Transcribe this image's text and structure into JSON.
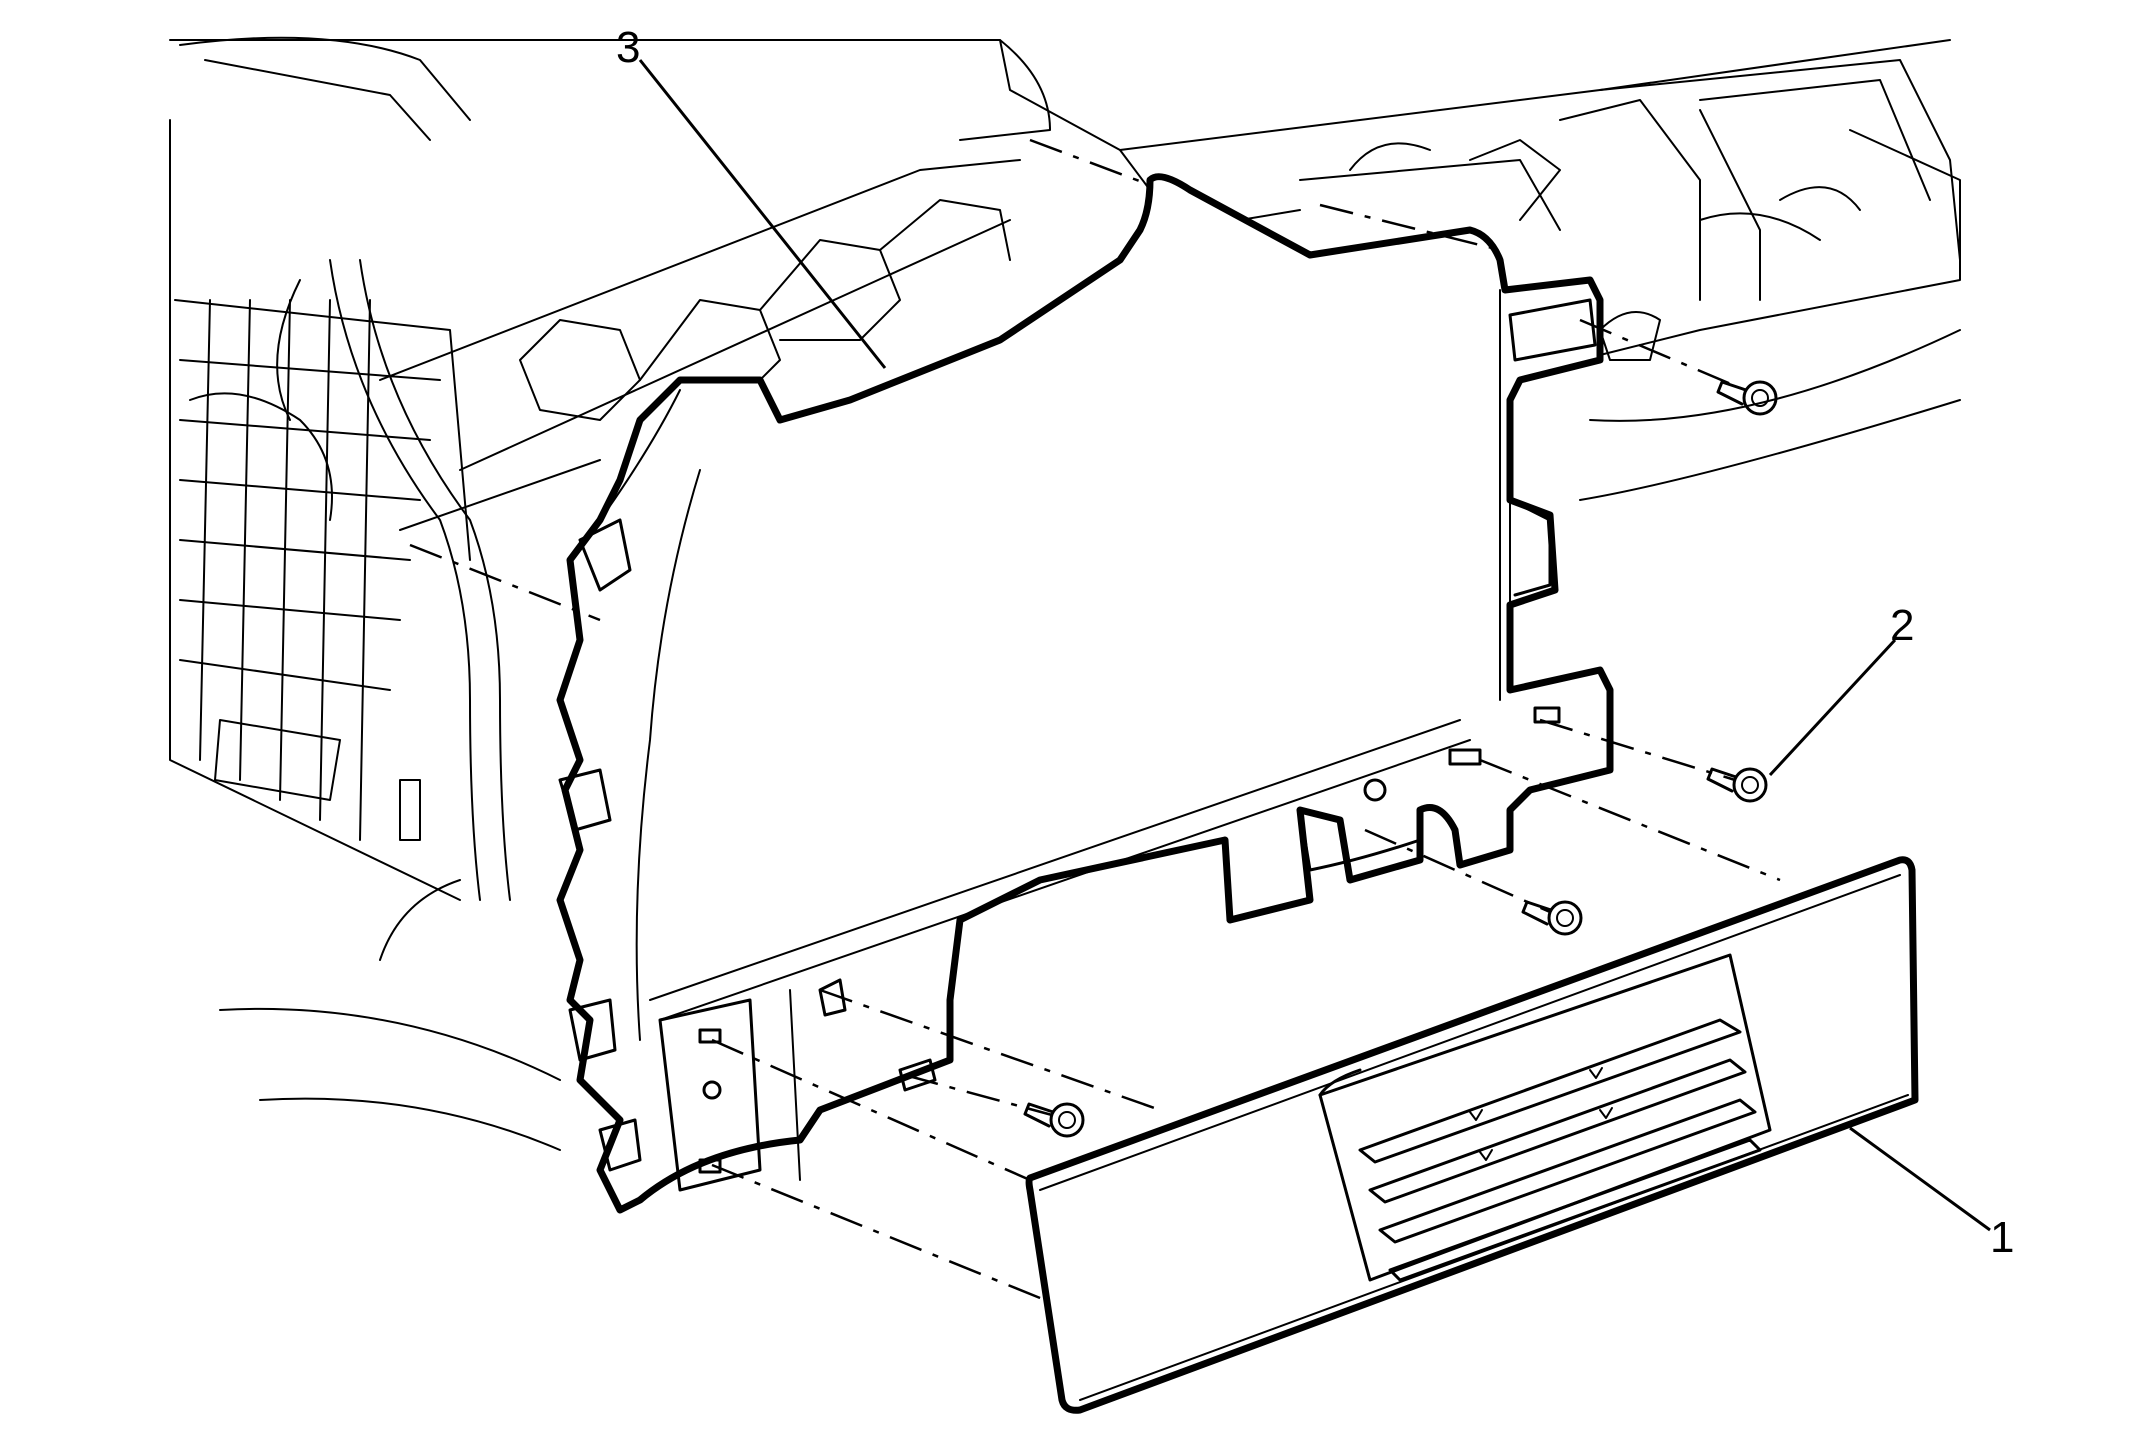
{
  "callouts": {
    "label_1": "1",
    "label_2": "2",
    "label_3": "3"
  },
  "colors": {
    "line": "#000000",
    "background": "#ffffff"
  }
}
